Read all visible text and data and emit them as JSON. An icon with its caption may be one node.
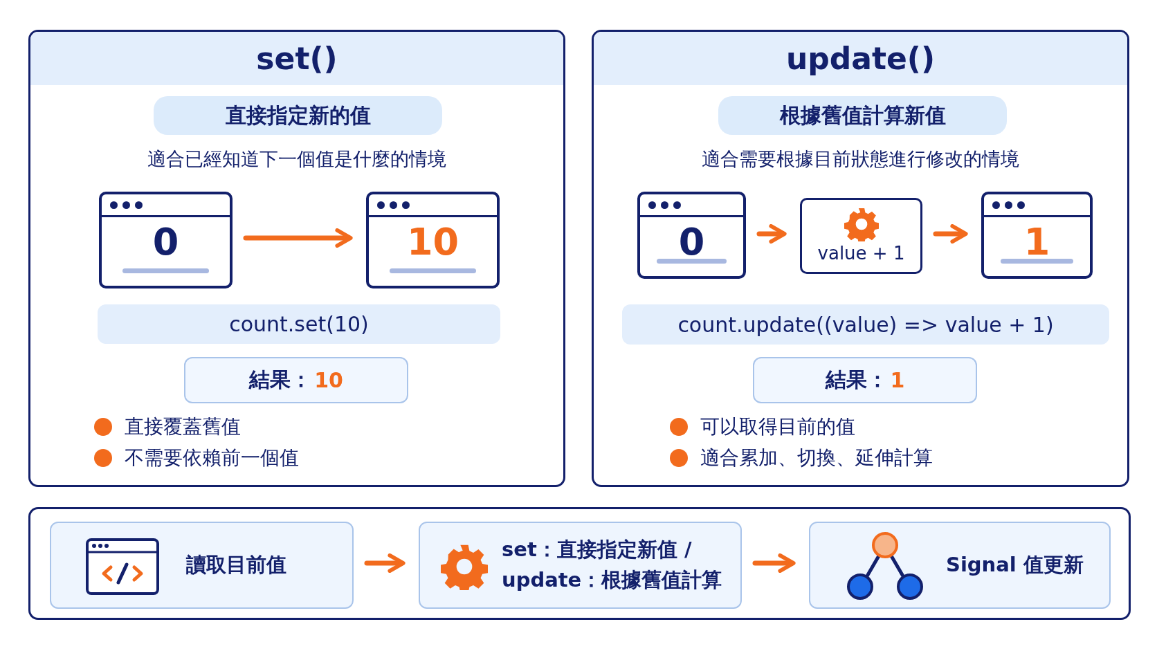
{
  "diagram": {
    "nodes": [
      {
        "text": [
          "set()",
          "適合已經知道下一個值是什麼的情境",
          "直接覆蓋舊值",
          "不需要依賴前一個值"
        ]
      },
      {
        "text": [
          "直接指定新的值"
        ],
        "in": 0
      },
      {
        "text": [
          "0"
        ],
        "in": 0
      },
      {
        "text": [
          "10"
        ],
        "in": 0
      },
      {
        "text": [
          "count.set(10)"
        ],
        "in": 0
      },
      {
        "text": [
          "結果：",
          "10"
        ],
        "in": 0
      },
      {
        "text": [
          "update()",
          "適合需要根據目前狀態進行修改的情境",
          "可以取得目前的值",
          "適合累加、切換、延伸計算"
        ]
      },
      {
        "text": [
          "根據舊值計算新值"
        ],
        "in": 6
      },
      {
        "text": [
          "0"
        ],
        "in": 6
      },
      {
        "text": [
          "value + 1"
        ],
        "in": 6
      },
      {
        "text": [
          "1"
        ],
        "in": 6
      },
      {
        "text": [
          "count.update((value) => value + 1)"
        ],
        "in": 6
      },
      {
        "text": [
          "結果：",
          "1"
        ],
        "in": 6
      },
      {
        "text": [],
        "shape": "box"
      },
      {
        "text": [
          "讀取目前值"
        ],
        "in": 13
      },
      {
        "text": [
          "set：直接指定新值 /",
          "update：根據舊值計算"
        ],
        "in": 13
      },
      {
        "text": [
          "Signal 值更新"
        ],
        "in": 13
      }
    ],
    "edges": [
      {
        "from": 2,
        "to": 3,
        "arrow": "to",
        "color": "#f26b1d"
      },
      {
        "from": 8,
        "to": 9,
        "arrow": "to",
        "color": "#f26b1d"
      },
      {
        "from": 9,
        "to": 10,
        "arrow": "to",
        "color": "#f26b1d"
      },
      {
        "from": 14,
        "to": 15,
        "arrow": "to",
        "color": "#f26b1d"
      },
      {
        "from": 15,
        "to": 16,
        "arrow": "to",
        "color": "#f26b1d"
      }
    ]
  }
}
